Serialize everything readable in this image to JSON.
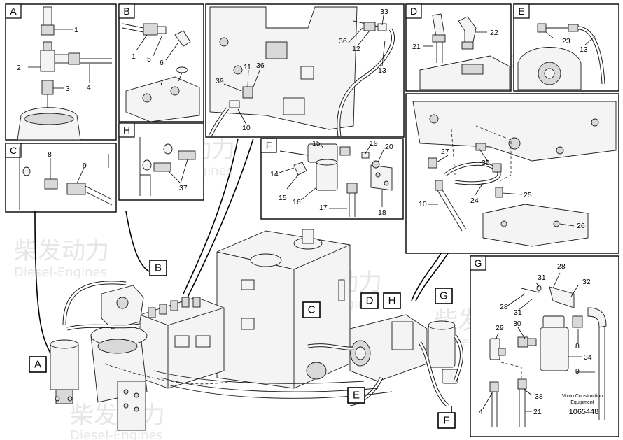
{
  "panels": {
    "A": {
      "label": "A",
      "parts": [
        "1",
        "2",
        "3",
        "4"
      ]
    },
    "B": {
      "label": "B",
      "parts": [
        "1",
        "5",
        "6",
        "7"
      ]
    },
    "C": {
      "label": "C",
      "parts": [
        "8",
        "9"
      ]
    },
    "H": {
      "label": "H",
      "parts": [
        "37"
      ]
    },
    "MAIN": {
      "parts": [
        "33",
        "36",
        "12",
        "13",
        "39",
        "11",
        "36",
        "10"
      ]
    },
    "D": {
      "label": "D",
      "parts": [
        "21",
        "22"
      ]
    },
    "E": {
      "label": "E",
      "parts": [
        "23",
        "13"
      ]
    },
    "F": {
      "label": "F",
      "parts": [
        "15",
        "19",
        "20",
        "14",
        "15",
        "16",
        "17",
        "18"
      ]
    },
    "DETAIL": {
      "parts": [
        "27",
        "35",
        "25",
        "10",
        "24",
        "26"
      ]
    },
    "G": {
      "label": "G",
      "parts": [
        "28",
        "31",
        "32",
        "28",
        "31",
        "29",
        "30",
        "8",
        "34",
        "9",
        "38",
        "4",
        "21"
      ]
    }
  },
  "callouts": [
    "A",
    "B",
    "C",
    "D",
    "H",
    "G",
    "E",
    "F"
  ],
  "brand": {
    "line1": "Volvo Construction",
    "line2": "Equipment"
  },
  "doc_number": "1065448",
  "watermark": {
    "cn": "柴发动力",
    "en": "Diesel-Engines"
  }
}
